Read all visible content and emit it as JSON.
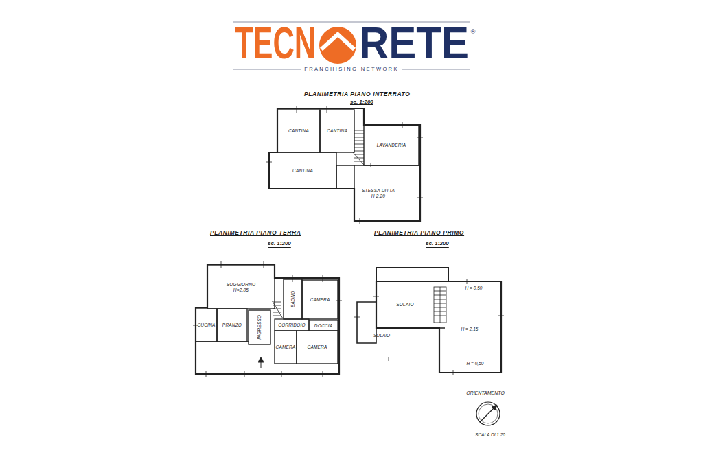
{
  "diagram": {
    "nodes": [
      {
        "text": [
          "PLANIMETRIA PIANO INTERRATO",
          "sc. 1:200"
        ]
      },
      {
        "text": [
          "CANTINA"
        ],
        "in": 0
      },
      {
        "text": [
          "CANTINA"
        ],
        "in": 0
      },
      {
        "text": [
          "LAVANDERIA"
        ],
        "in": 0
      },
      {
        "text": [
          "CANTINA"
        ],
        "in": 0
      },
      {
        "text": [
          "STESSA DITTA",
          "H 2,20"
        ],
        "in": 0
      },
      {
        "text": [
          "PLANIMETRIA PIANO TERRA",
          "sc. 1:200"
        ]
      },
      {
        "text": [
          "SOGGIORNO",
          "H=2,85"
        ],
        "in": 6
      },
      {
        "text": [
          "BAGNO"
        ],
        "in": 6
      },
      {
        "text": [
          "CAMERA"
        ],
        "in": 6
      },
      {
        "text": [
          "CUCINA"
        ],
        "in": 6
      },
      {
        "text": [
          "PRANZO"
        ],
        "in": 6
      },
      {
        "text": [
          "INGRESSO"
        ],
        "in": 6
      },
      {
        "text": [
          "CORRIDOIO"
        ],
        "in": 6
      },
      {
        "text": [
          "DOCCIA"
        ],
        "in": 6
      },
      {
        "text": [
          "CAMERA"
        ],
        "in": 6
      },
      {
        "text": [
          "CAMERA"
        ],
        "in": 6
      },
      {
        "text": [
          "PLANIMETRIA PIANO PRIMO",
          "sc. 1:200"
        ]
      },
      {
        "text": [
          "SOLAIO"
        ],
        "in": 17
      }
    ],
    "labels": [
      "TECN",
      "RETE",
      "®",
      "FRANCHISING NETWORK",
      "H = 0,50",
      "H = 2,15",
      "H = 0,50",
      "SOLAIO",
      "ORIENTAMENTO",
      "SCALA DI 1:20"
    ]
  }
}
